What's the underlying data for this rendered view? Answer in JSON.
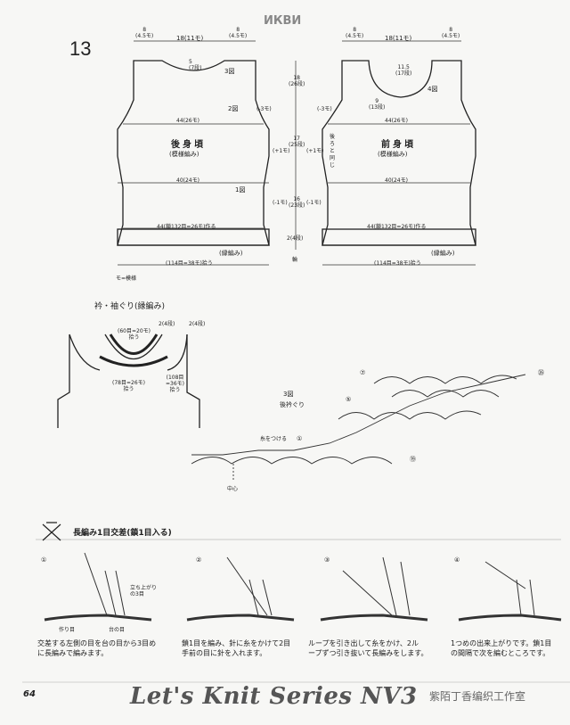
{
  "header": {
    "watermark": "ИКВИ",
    "pattern_number": "13"
  },
  "back": {
    "top_left": "8\n(4.5モ)",
    "top_mid": "18(11モ)",
    "top_right": "8\n(4.5モ)",
    "neck_depth": "5\n(7段)",
    "fig3": "3図",
    "fig2": "2図",
    "dec3": "(-3モ)",
    "width44": "44(26モ)",
    "name": "後身頃",
    "name_sub": "(模様編み)",
    "width40": "40(24モ)",
    "plus1": "(+1モ)",
    "fig1": "1図",
    "minus1": "(-1モ)",
    "base": "44(鎖132目=26モ)作る",
    "edging": "(縁編み)",
    "pickup": "(114目=38モ)拾う"
  },
  "center_dims": {
    "d18": "18\n(26段)",
    "d17": "17\n(25段)",
    "d16": "16\n(23段)",
    "d2": "2(4段)",
    "ring": "輪"
  },
  "front": {
    "top_left": "8\n(4.5モ)",
    "top_mid": "18(11モ)",
    "top_right": "8\n(4.5モ)",
    "neck_depth": "11.5\n(17段)",
    "fig4": "4図",
    "neck_small": "9\n(13段)",
    "dec3": "(-3モ)",
    "width44": "44(26モ)",
    "ref_back": "後ろと同じ",
    "name": "前身頃",
    "name_sub": "(模様編み)",
    "plus1": "(+1モ)",
    "width40": "40(24モ)",
    "minus1": "(-1モ)",
    "base": "44(鎖132目=26モ)作る",
    "edging": "(縁編み)",
    "pickup": "(114目=38モ)拾う"
  },
  "legend": {
    "mo": "モ=模様"
  },
  "neck_armhole": {
    "title": "衿・袖ぐり(縁編み)",
    "neck_pickup": "(60目=20モ)\n拾う",
    "back_pickup": "(78目=26モ)\n拾う",
    "arm_pickup": "(108目\n=36モ)\n拾う",
    "rows_a": "2(4段)",
    "rows_b": "2(4段)"
  },
  "fig3_chart": {
    "title": "3図",
    "subtitle": "後衿ぐり",
    "yarn_attach": "糸をつける",
    "center": "中心",
    "r1": "①",
    "r5": "⑤",
    "r7": "⑦",
    "r19": "⑲",
    "r26": "㉖"
  },
  "technique": {
    "title": "長編み1目交差(鎖1目入る)",
    "steps": [
      {
        "num": "①",
        "text": "交差する左側の目を台の目から3目め\nに長編みで編みます。",
        "label_a": "立ち上がり\nの3目",
        "label_b": "作り目",
        "label_c": "台の目"
      },
      {
        "num": "②",
        "text": "鎖1目を編み、針に糸をかけて2目\n手前の目に針を入れます。"
      },
      {
        "num": "③",
        "text": "ループを引き出して糸をかけ、2ル\nープずつ引き抜いて長編みをします。"
      },
      {
        "num": "④",
        "text": "1つめの出来上がりです。鎖1目\nの間隔で次を編むところです。"
      }
    ]
  },
  "footer": {
    "page": "64",
    "series": "Let's Knit Series NV3",
    "credit": "紫陌丁香编织工作室"
  }
}
